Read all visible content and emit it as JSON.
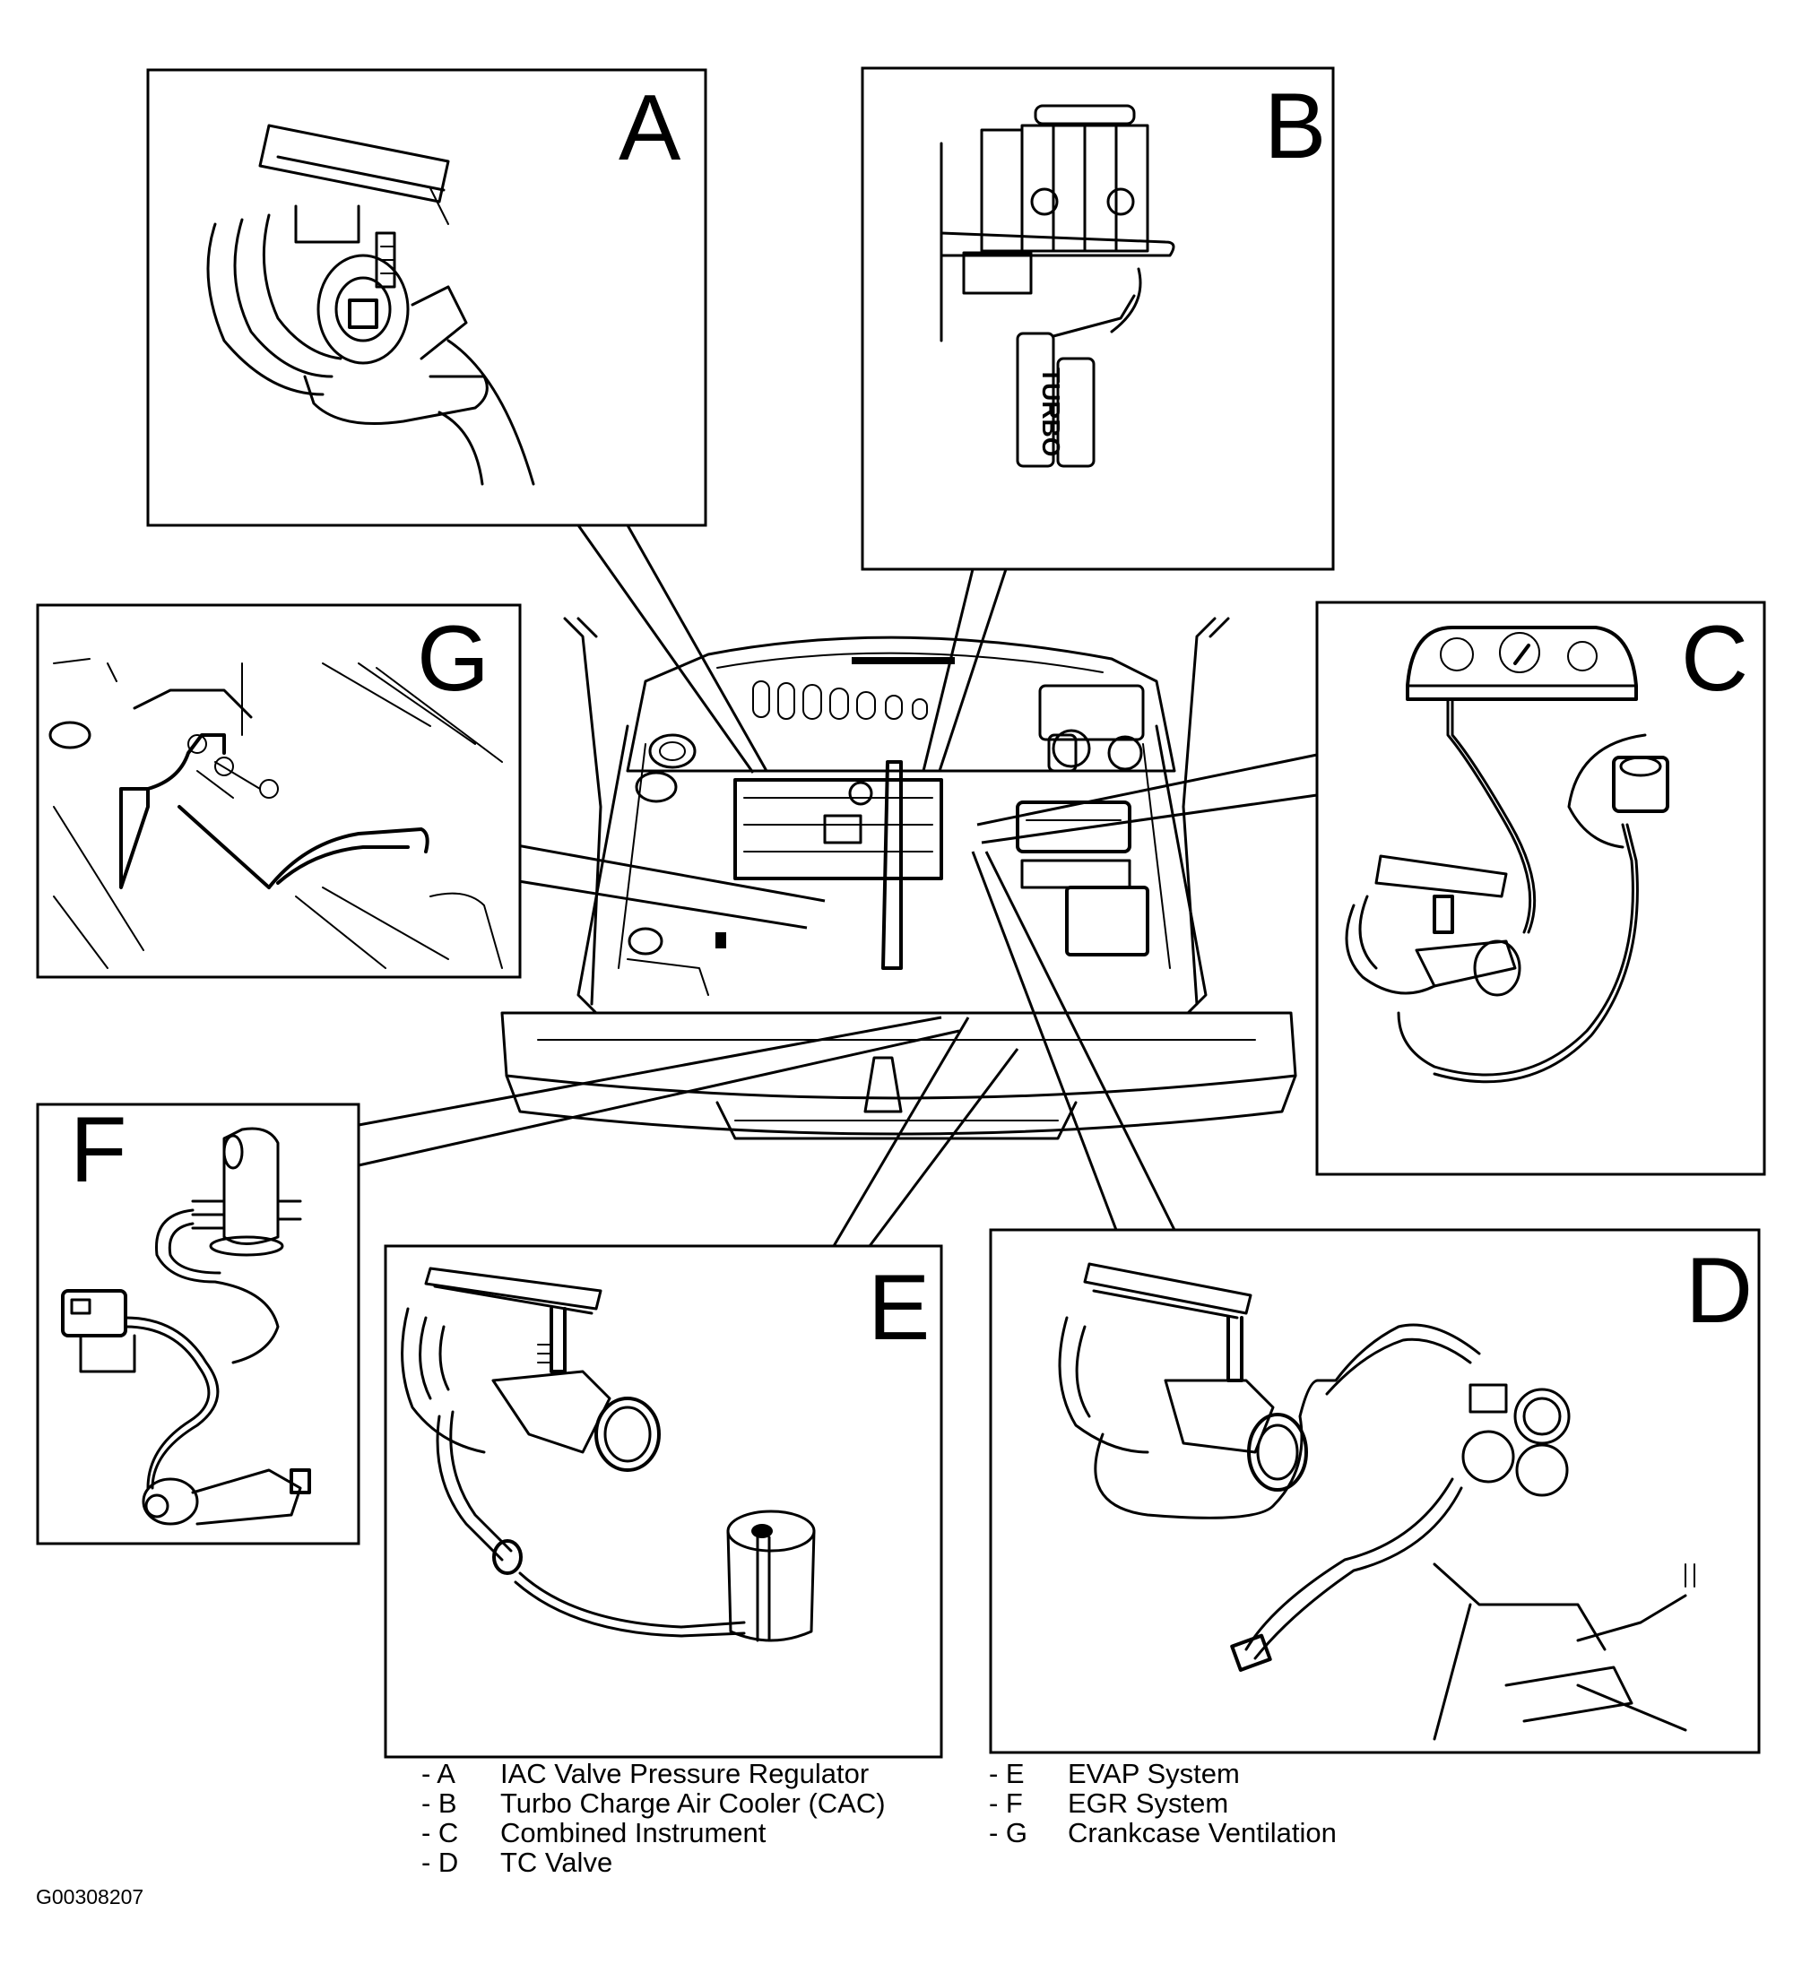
{
  "diagram": {
    "title": "Engine compartment component locations",
    "center_illustration": "engine-bay-front-view",
    "panels": [
      {
        "letter": "A",
        "depicts": "throttle body with intake hose and IAC valve"
      },
      {
        "letter": "B",
        "depicts": "engine top view with TURBO intercooler"
      },
      {
        "letter": "C",
        "depicts": "combined instrument cluster connected to throttle body and sensor"
      },
      {
        "letter": "D",
        "depicts": "throttle body with TC valve and hoses"
      },
      {
        "letter": "E",
        "depicts": "throttle body with hose to EVAP canister"
      },
      {
        "letter": "F",
        "depicts": "EGR pipe, solenoid and EGR valve"
      },
      {
        "letter": "G",
        "depicts": "engine top with crankcase ventilation hoses"
      }
    ],
    "turbo_label": "TURBO"
  },
  "legend": {
    "left": [
      {
        "key": "- A",
        "label": "IAC Valve Pressure Regulator"
      },
      {
        "key": "- B",
        "label": "Turbo Charge Air Cooler (CAC)"
      },
      {
        "key": "- C",
        "label": "Combined Instrument"
      },
      {
        "key": "- D",
        "label": "TC Valve"
      }
    ],
    "right": [
      {
        "key": "- E",
        "label": "EVAP System"
      },
      {
        "key": "- F",
        "label": "EGR System"
      },
      {
        "key": "- G",
        "label": "Crankcase Ventilation"
      }
    ]
  },
  "figure_id": "G00308207"
}
